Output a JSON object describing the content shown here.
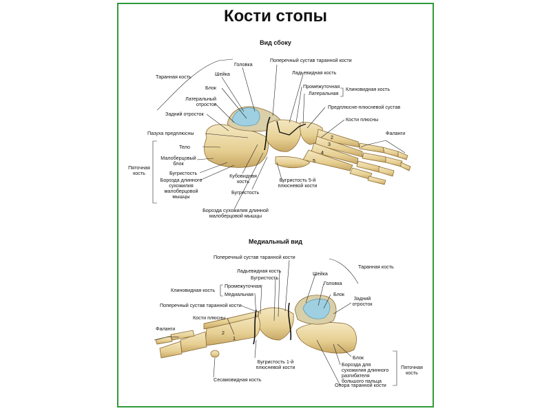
{
  "title": "Кости стопы",
  "lateral": {
    "heading": "Вид сбоку",
    "labels": {
      "golovka": "Головка",
      "poperechny": "Поперечный сустав таранной кости",
      "ladevidnaya": "Ладьевидная кость",
      "taran": "Таранная кость",
      "sheika": "Шейка",
      "blok": "Блок",
      "lat_otrostok": "Латеральный отросток",
      "zad_otrostok": "Задний отросток",
      "promezh": "Промежуточная",
      "lateralnaya": "Латеральная",
      "klinovid": "Клиновидная кость",
      "predplusne": "Предплюсне-плюсневой сустав",
      "kosti_plusny": "Кости плюсны",
      "falangi": "Фаланги",
      "pazuha": "Пазуха предплюсны",
      "telo": "Тело",
      "malober_blok": "Малоберцовый блок",
      "bugristost": "Бугристость",
      "borozda_dl": "Борозда длинного сухожилия малоберцовой мышцы",
      "pyatochnaya": "Пяточная кость",
      "kubovidnaya": "Кубовидная кость",
      "bugristost2": "Бугристость",
      "bugristost5": "Бугристость 5-й плюсневой кости",
      "borozda_suh": "Борозда сухожилия длинной малоберцовой мышцы"
    },
    "numbers": [
      "2",
      "3",
      "4",
      "5"
    ]
  },
  "medial": {
    "heading": "Медиальный вид",
    "labels": {
      "poperechny": "Поперечный сустав таранной кости",
      "ladevidnaya": "Ладьевидная кость",
      "bugristost": "Бугристость",
      "taran": "Таранная кость",
      "sheika": "Шейка",
      "golovka": "Головка",
      "blok": "Блок",
      "zad_otrostok": "Задний отросток",
      "klinovid": "Клиновидная кость",
      "promezh": "Промежуточная",
      "medialnaya": "Медиальная",
      "poperechny2": "Поперечный сустав таранной кости",
      "kosti_plusny": "Кости плюсны",
      "falangi": "Фаланги",
      "blok2": "Блок",
      "borozda": "Борозда для сухожилия длинного разгибателя большого пальца",
      "pyatochnaya": "Пяточная кость",
      "opora": "Опора таранной кости",
      "bugristost1": "Бугристость 1-й плюсневой кости",
      "sesamovid": "Сесамовидная кость"
    },
    "numbers": [
      "2",
      "1"
    ]
  }
}
